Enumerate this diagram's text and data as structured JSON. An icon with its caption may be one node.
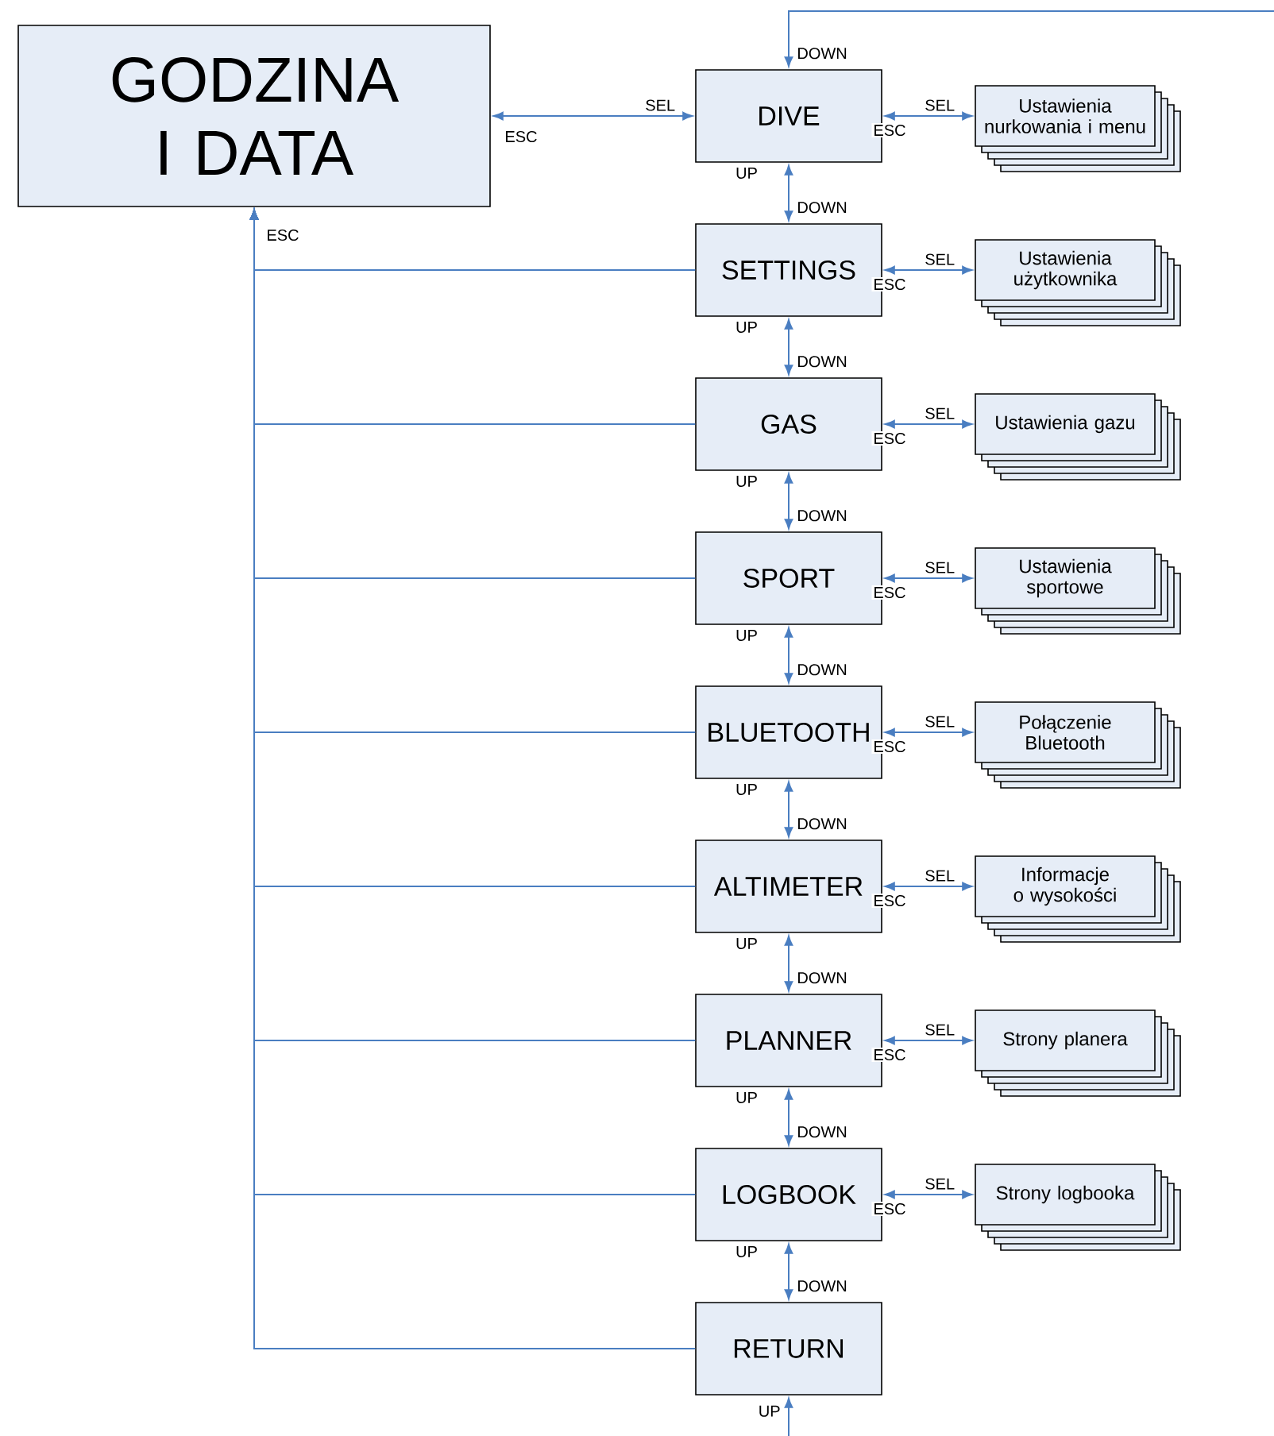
{
  "diagram": {
    "nodes": [
      {
        "text": [
          "GODZINA I DATA"
        ]
      },
      {
        "text": [
          "DIVE"
        ]
      },
      {
        "text": [
          "SETTINGS"
        ]
      },
      {
        "text": [
          "GAS"
        ]
      },
      {
        "text": [
          "SPORT"
        ]
      },
      {
        "text": [
          "BLUETOOTH"
        ]
      },
      {
        "text": [
          "ALTIMETER"
        ]
      },
      {
        "text": [
          "PLANNER"
        ]
      },
      {
        "text": [
          "LOGBOOK"
        ]
      },
      {
        "text": [
          "RETURN"
        ]
      },
      {
        "text": [
          "Ustawienia nurkowania i menu"
        ]
      },
      {
        "text": [
          "Ustawienia użytkownika"
        ]
      },
      {
        "text": [
          "Ustawienia gazu"
        ]
      },
      {
        "text": [
          "Ustawienia sportowe"
        ]
      },
      {
        "text": [
          "Połączenie Bluetooth"
        ]
      },
      {
        "text": [
          "Informacje o wysokości"
        ]
      },
      {
        "text": [
          "Strony planera"
        ]
      },
      {
        "text": [
          "Strony logbooka"
        ]
      }
    ],
    "edges": [
      {
        "from": 0,
        "to": 1,
        "arrow": "both",
        "label": "SEL"
      },
      {
        "from": null,
        "to": 1,
        "arrow": "to",
        "label": "DOWN"
      },
      {
        "from": 1,
        "to": 10,
        "arrow": "both",
        "label": "SEL"
      },
      {
        "from": 1,
        "to": 2,
        "arrow": "both",
        "label": "DOWN"
      },
      {
        "from": 2,
        "to": 11,
        "arrow": "both",
        "label": "SEL"
      },
      {
        "from": 2,
        "to": 3,
        "arrow": "both",
        "label": "DOWN"
      },
      {
        "from": 3,
        "to": 12,
        "arrow": "both",
        "label": "SEL"
      },
      {
        "from": 3,
        "to": 4,
        "arrow": "both",
        "label": "DOWN"
      },
      {
        "from": 4,
        "to": 13,
        "arrow": "both",
        "label": "SEL"
      },
      {
        "from": 4,
        "to": 5,
        "arrow": "both",
        "label": "DOWN"
      },
      {
        "from": 5,
        "to": 14,
        "arrow": "both",
        "label": "SEL"
      },
      {
        "from": 5,
        "to": 6,
        "arrow": "both",
        "label": "DOWN"
      },
      {
        "from": 6,
        "to": 15,
        "arrow": "both",
        "label": "SEL"
      },
      {
        "from": 6,
        "to": 7,
        "arrow": "both",
        "label": "DOWN"
      },
      {
        "from": 7,
        "to": 16,
        "arrow": "both",
        "label": "SEL"
      },
      {
        "from": 7,
        "to": 8,
        "arrow": "both",
        "label": "DOWN"
      },
      {
        "from": 8,
        "to": 17,
        "arrow": "both",
        "label": "SEL"
      },
      {
        "from": 8,
        "to": 9,
        "arrow": "both",
        "label": "DOWN"
      },
      {
        "from": 2,
        "to": 0,
        "arrow": "to"
      },
      {
        "from": 3,
        "to": 0,
        "arrow": "to"
      },
      {
        "from": 4,
        "to": 0,
        "arrow": "to"
      },
      {
        "from": 5,
        "to": 0,
        "arrow": "to"
      },
      {
        "from": 6,
        "to": 0,
        "arrow": "to"
      },
      {
        "from": 7,
        "to": 0,
        "arrow": "to"
      },
      {
        "from": 8,
        "to": 0,
        "arrow": "to"
      },
      {
        "from": 9,
        "to": 0,
        "arrow": "to"
      },
      {
        "from": null,
        "to": 9,
        "arrow": "to",
        "label": "UP"
      }
    ],
    "labels": [
      "ESC",
      "ESC",
      "UP",
      "ESC",
      "ESC",
      "UP",
      "ESC",
      "UP",
      "ESC",
      "UP",
      "ESC",
      "UP",
      "ESC",
      "UP",
      "ESC",
      "UP",
      "ESC",
      "UP"
    ]
  }
}
